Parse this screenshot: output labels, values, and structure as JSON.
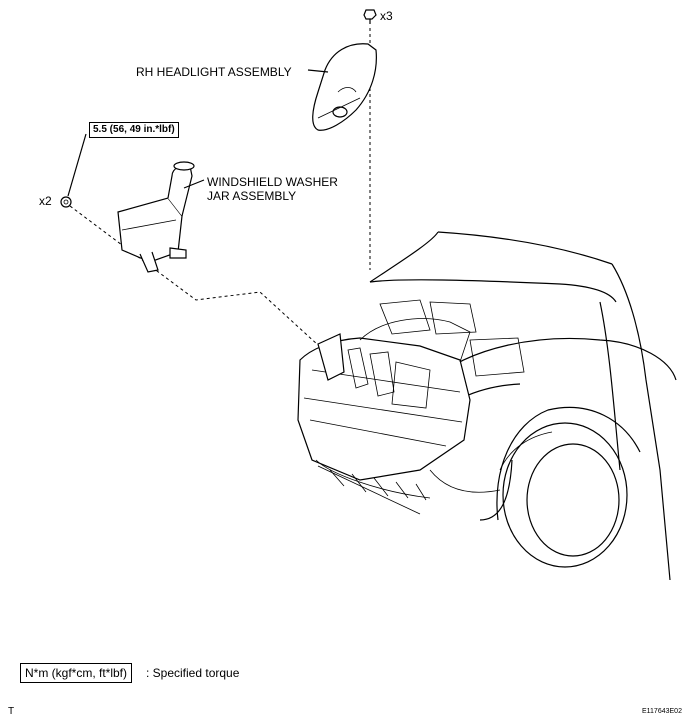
{
  "labels": {
    "bolt_qty_top": "x3",
    "headlight": "RH HEADLIGHT ASSEMBLY",
    "torque": "5.5 (56, 49 in.*lbf)",
    "bolt_qty_left": "x2",
    "washer_line1": "WINDSHIELD WASHER",
    "washer_line2": "JAR ASSEMBLY",
    "legend_box": "N*m (kgf*cm, ft*lbf)",
    "legend_text": ": Specified torque",
    "corner_mark": "T",
    "figure_code": "E117643E02"
  }
}
